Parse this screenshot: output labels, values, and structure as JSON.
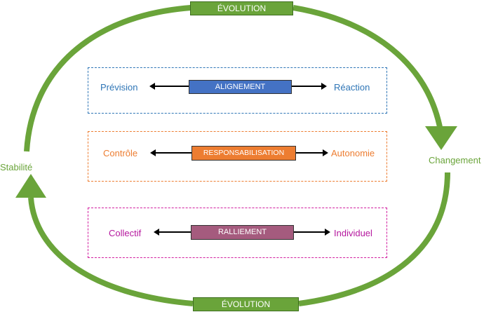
{
  "cycle": {
    "top_label": "ÉVOLUTION",
    "bottom_label": "ÉVOLUTION",
    "left_label": "Stabilité",
    "right_label": "Changement",
    "color": "#6aa43a"
  },
  "rows": [
    {
      "left": "Prévision",
      "center": "ALIGNEMENT",
      "right": "Réaction",
      "color": "#2e75b6",
      "box_color": "#4472c4"
    },
    {
      "left": "Contrôle",
      "center": "RESPONSABILISATION",
      "right": "Autonomie",
      "color": "#ed7d31",
      "box_color": "#ed7d31"
    },
    {
      "left": "Collectif",
      "center": "RALLIEMENT",
      "right": "Individuel",
      "color": "#b5179e",
      "box_color": "#a55b7e"
    }
  ]
}
